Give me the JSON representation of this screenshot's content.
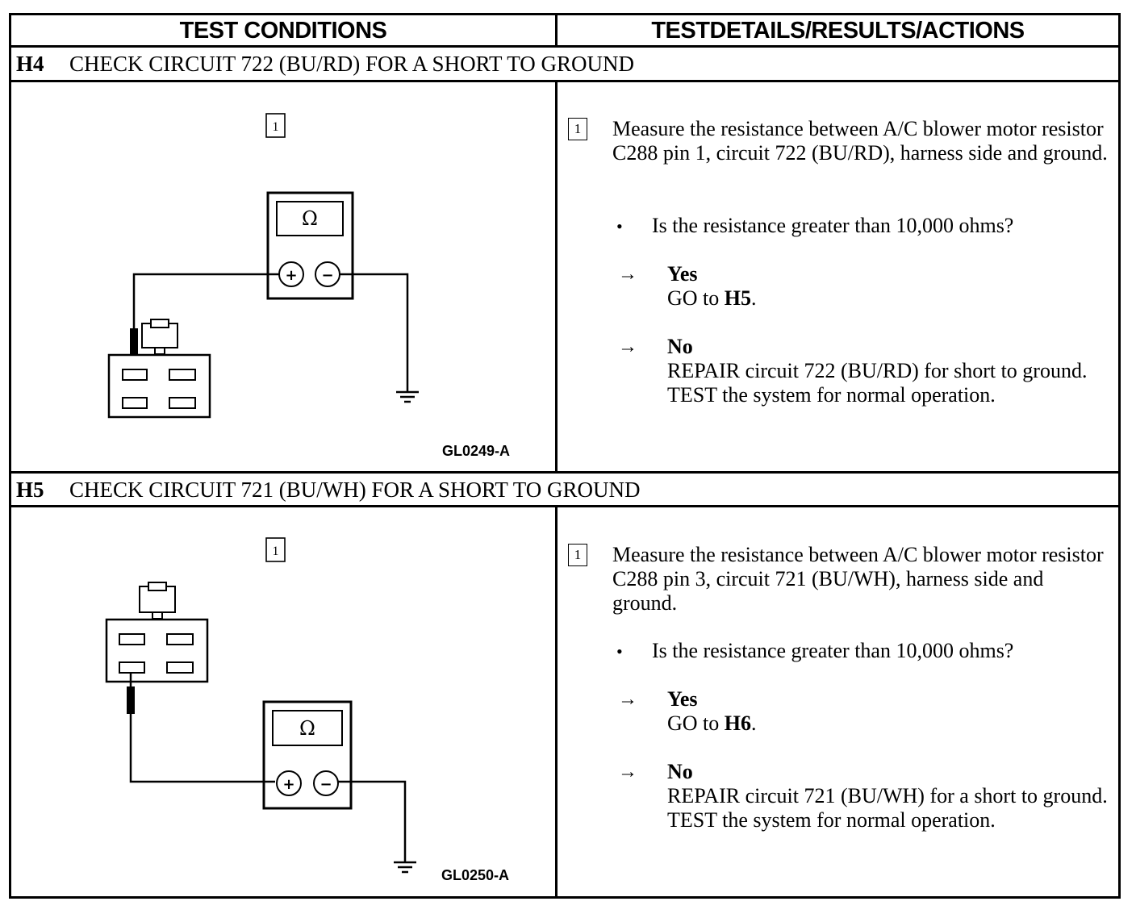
{
  "columns": {
    "left": "TEST CONDITIONS",
    "right": "TESTDETAILS/RESULTS/ACTIONS"
  },
  "sections": [
    {
      "id": "H4",
      "title": "CHECK CIRCUIT 722 (BU/RD) FOR A SHORT TO GROUND",
      "diagram": {
        "step_marker": "1",
        "meter_symbol": "Ω",
        "plus": "+",
        "minus": "−",
        "figure_id": "GL0249-A"
      },
      "step": "1",
      "measure": "Measure the resistance between A/C blower motor resistor C288 pin 1, circuit 722 (BU/RD), harness side and ground.",
      "question": "Is the resistance greater than 10,000 ohms?",
      "bullet": "•",
      "arrow": "→",
      "yes_label": "Yes",
      "yes_action_prefix": "GO to ",
      "yes_action_target": "H5",
      "yes_action_suffix": ".",
      "no_label": "No",
      "no_action": "REPAIR circuit 722 (BU/RD) for short to ground. TEST the system for normal operation."
    },
    {
      "id": "H5",
      "title": "CHECK CIRCUIT 721 (BU/WH) FOR A SHORT TO GROUND",
      "diagram": {
        "step_marker": "1",
        "meter_symbol": "Ω",
        "plus": "+",
        "minus": "−",
        "figure_id": "GL0250-A"
      },
      "step": "1",
      "measure": "Measure the resistance between A/C blower motor resistor C288 pin 3, circuit 721 (BU/WH), harness side and ground.",
      "question": "Is the resistance greater than 10,000 ohms?",
      "bullet": "•",
      "arrow": "→",
      "yes_label": "Yes",
      "yes_action_prefix": "GO to ",
      "yes_action_target": "H6",
      "yes_action_suffix": ".",
      "no_label": "No",
      "no_action": "REPAIR circuit 721 (BU/WH) for a short to ground. TEST the system for normal operation."
    }
  ]
}
